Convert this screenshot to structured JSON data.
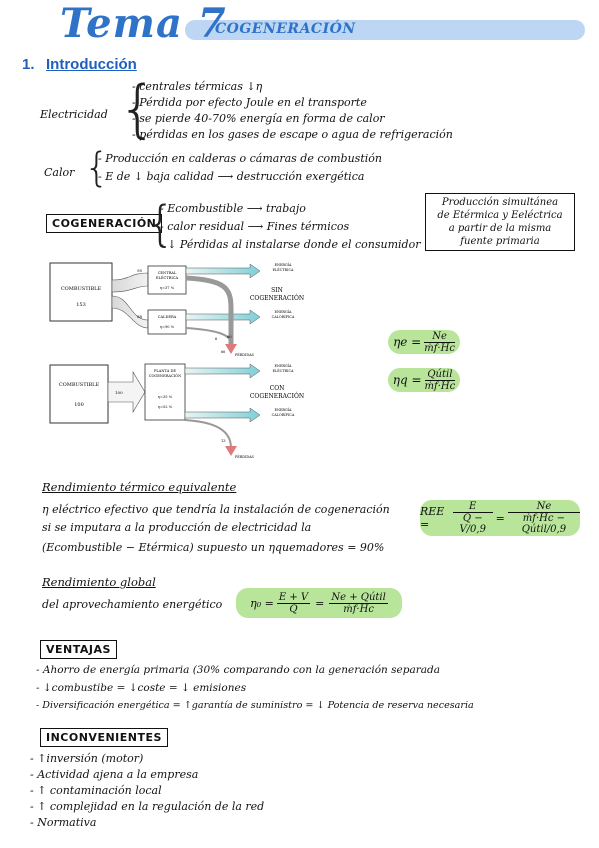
{
  "header": {
    "title": "Tema 7",
    "subtitle": "COGENERACIÓN"
  },
  "section": {
    "number": "1.",
    "title": "Introducción"
  },
  "electricidad": {
    "label": "Electricidad",
    "items": [
      "- centrales térmicas ↓η",
      "- Pérdida por efecto Joule en el transporte",
      "- se pierde 40-70% energía en forma de calor",
      "- pérdidas en los gases de escape o agua de refrigeración"
    ]
  },
  "calor": {
    "label": "Calor",
    "items": [
      "- Producción en calderas o cámaras de combustión",
      "- E de ↓ baja calidad ⟶ destrucción exergética"
    ]
  },
  "cogeneracion": {
    "label": "COGENERACIÓN",
    "items": [
      "- Ecombustible ⟶ trabajo",
      "- calor residual ⟶ Fines térmicos",
      "- ↓ Pérdidas al instalarse donde el consumidor"
    ],
    "note": [
      "Producción simultánea",
      "de Etérmica y Eeléctrica",
      "a partir de la misma",
      "fuente primaria"
    ]
  },
  "diagram_sin": {
    "fuel_label": "COMBUSTIBLE",
    "fuel_value": "153",
    "central_label": [
      "CENTRAL",
      "ELÉCTRICA"
    ],
    "central_eff": "η=37 %",
    "caldera_label": "CALDERA",
    "caldera_eff": "η=90 %",
    "flow_top": "95",
    "flow_bottom": "58",
    "out_elec": [
      "ENERGÍA",
      "ELÉCTRICA"
    ],
    "out_heat": [
      "ENERGÍA",
      "CALORÍFICA"
    ],
    "case_label": [
      "SIN",
      "COGENERACIÓN"
    ],
    "loss_top": "60",
    "loss_bottom": "6",
    "losses": "PÉRDIDAS",
    "loss_total": "66"
  },
  "diagram_con": {
    "fuel_label": "COMBUSTIBLE",
    "fuel_value": "100",
    "flow": "100",
    "plant_label": [
      "PLANTA DE",
      "COGENERACIÓN"
    ],
    "eff_e": "η=35 %",
    "eff_q": "η=52 %",
    "out_elec": [
      "ENERGÍA",
      "ELÉCTRICA"
    ],
    "out_heat": [
      "ENERGÍA",
      "CALORÍFICA"
    ],
    "case_label": [
      "CON",
      "COGENERACIÓN"
    ],
    "loss": "13",
    "losses": "PÉRDIDAS"
  },
  "eq_ne": {
    "lhs": "ηe =",
    "num": "Ne",
    "den": "ṁf·Hc"
  },
  "eq_nq": {
    "lhs": "ηq =",
    "num": "Qútil",
    "den": "ṁf·Hc"
  },
  "ree": {
    "heading": "Rendimiento térmico equivalente",
    "lines": [
      "η eléctrico efectivo que tendría la instalación de cogeneración",
      "si se imputara a la producción de electricidad la",
      "(Ecombustible − Etérmica) supuesto un ηquemadores = 90%"
    ],
    "lhs": "REE =",
    "f1_num": "E",
    "f1_den": "Q − V/0,9",
    "eq": "=",
    "f2_num": "Ne",
    "f2_den": "ṁf·Hc − Qútil/0,9"
  },
  "global": {
    "heading": "Rendimiento global",
    "line": "del aprovechamiento energético",
    "lhs": "η₀ =",
    "f1_num": "E + V",
    "f1_den": "Q",
    "eq": "=",
    "f2_num": "Ne + Qútil",
    "f2_den": "ṁf·Hc"
  },
  "ventajas": {
    "label": "VENTAJAS",
    "items": [
      "- Ahorro de energía primaria (30% comparando con la generación separada",
      "- ↓combustibe = ↓coste = ↓ emisiones",
      "- Diversificación energética = ↑garantía de suministro = ↓ Potencia de reserva necesaria"
    ]
  },
  "inconvenientes": {
    "label": "INCONVENIENTES",
    "items": [
      "- ↑inversión (motor)",
      "- Actividad ajena a la empresa",
      "- ↑ contaminación local",
      "- ↑ complejidad en la regulación de la red",
      "- Normativa"
    ]
  }
}
